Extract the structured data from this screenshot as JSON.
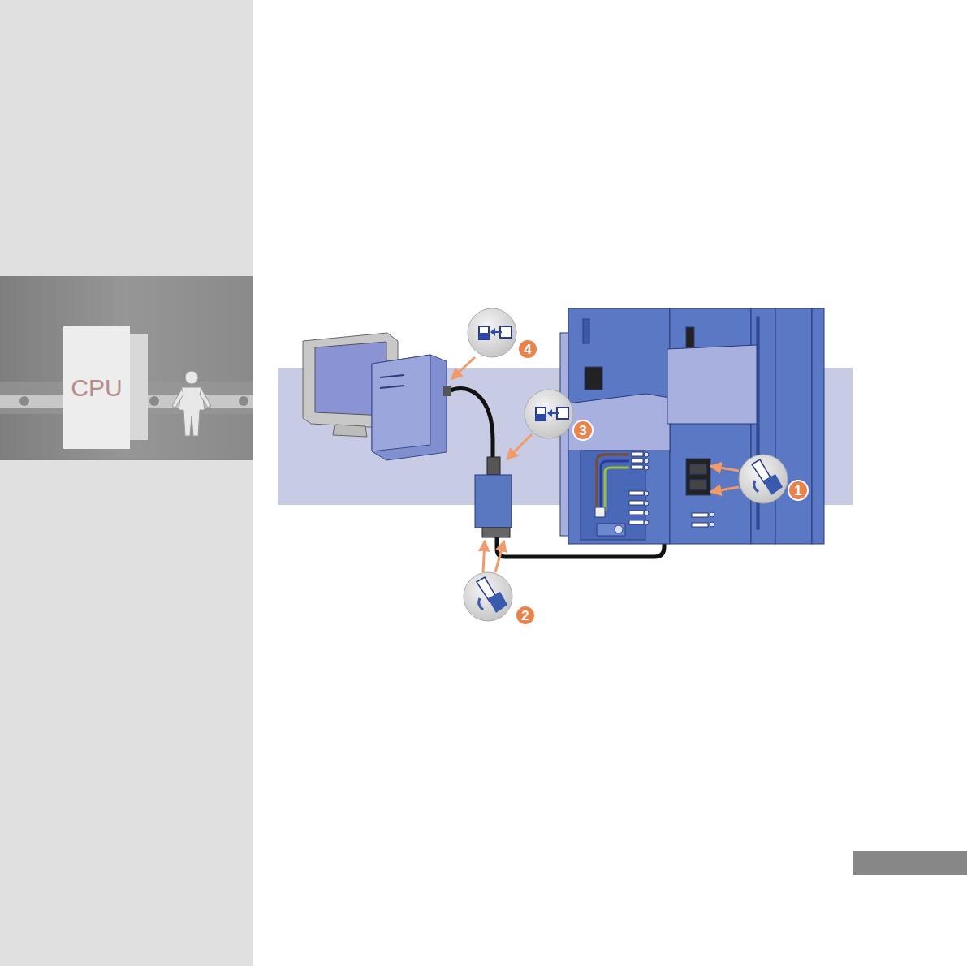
{
  "diagram": {
    "nodes": [
      {
        "text": [
          "CPU"
        ]
      }
    ],
    "labels": [
      "4",
      "3",
      "1",
      "2"
    ]
  }
}
